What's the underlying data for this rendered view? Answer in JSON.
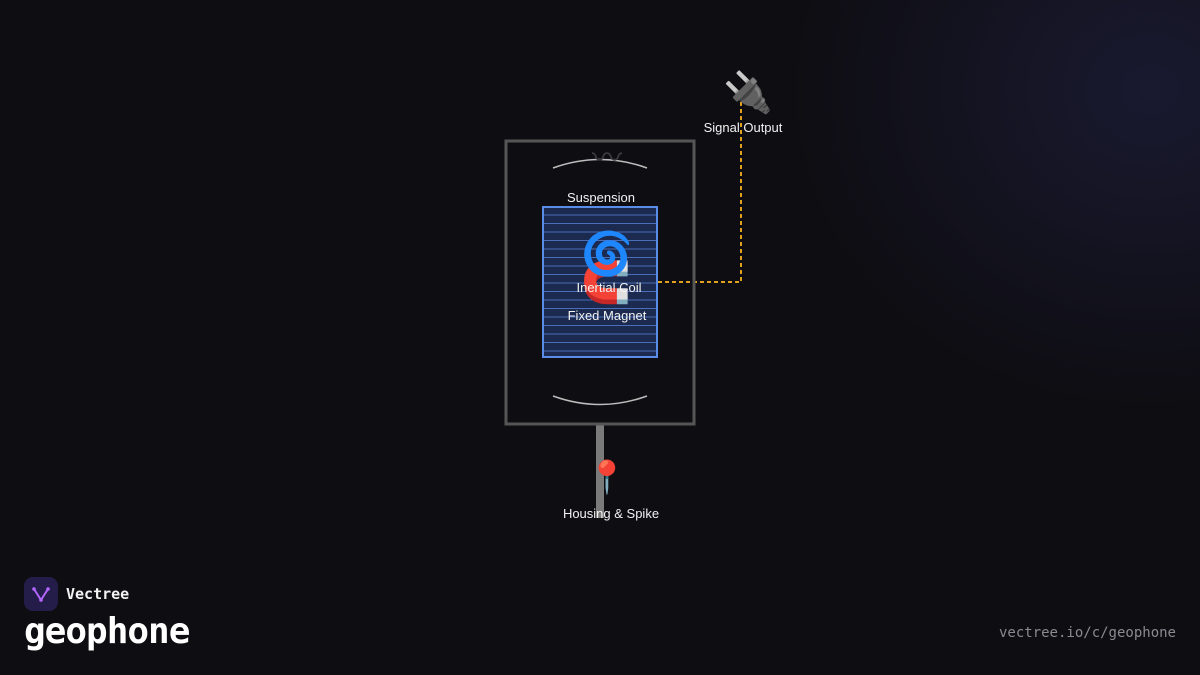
{
  "brand": {
    "name": "Vectree",
    "logo_icon": "vectree-logo-icon"
  },
  "page": {
    "title": "geophone",
    "url": "vectree.io/c/geophone"
  },
  "diagram": {
    "labels": {
      "signal_output": "Signal Output",
      "suspension": "Suspension",
      "inertial_coil": "Inertial Coil",
      "fixed_magnet": "Fixed Magnet",
      "housing_spike": "Housing & Spike"
    },
    "icons": {
      "signal_output": "electric-plug-icon",
      "suspension": "spring-wave-icon",
      "inertial_coil": "cyclone-coil-icon",
      "fixed_magnet": "magnet-icon",
      "housing_spike": "pushpin-icon"
    },
    "glyphs": {
      "plug": "🔌",
      "spring": "〰",
      "coil": "🌀",
      "magnet": "🧲",
      "pin": "📍"
    },
    "colors": {
      "background": "#0e0d12",
      "housing_stroke": "#555555",
      "coil_stroke": "#5b8de8",
      "coil_fill": "#1b2a4e",
      "signal_wire": "#e0a020",
      "label_text": "#f2f2f2",
      "url_text": "#8a8a92",
      "brand_logo_bg": "#241d4a",
      "brand_logo_mark": "#b266ff"
    }
  }
}
